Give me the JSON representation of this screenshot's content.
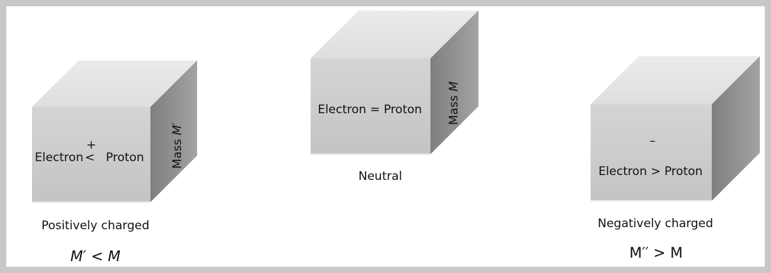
{
  "cubes": [
    {
      "face_text": "Electron < Proton",
      "face_left": "Electron",
      "face_op": "<",
      "face_right": "Proton",
      "sign": "+",
      "side_label": "Mass ",
      "side_var": "M′",
      "caption": "Positively charged",
      "relation": "M′ < M"
    },
    {
      "face_text": "Electron = Proton",
      "side_label": "Mass ",
      "side_var": "M",
      "caption": "Neutral"
    },
    {
      "face_text": "Electron > Proton",
      "sign": "–",
      "caption": "Negatively charged",
      "relation": "M′′ > M"
    }
  ],
  "colors": {
    "front": "#cbcbcb",
    "top": "#e3e3e3",
    "side": "#8e8e8e",
    "border": "#c8c8c8"
  }
}
